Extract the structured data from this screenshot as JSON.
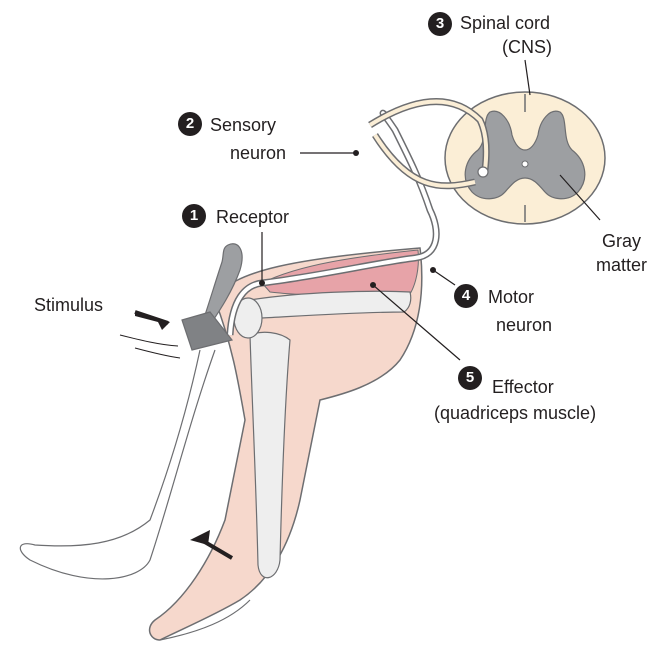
{
  "labels": {
    "spinal_cord": {
      "number": "3",
      "line1": "Spinal cord",
      "line2": "(CNS)"
    },
    "sensory_neuron": {
      "number": "2",
      "line1": "Sensory",
      "line2": "neuron"
    },
    "receptor": {
      "number": "1",
      "text": "Receptor"
    },
    "gray_matter": {
      "line1": "Gray",
      "line2": "matter"
    },
    "stimulus": {
      "text": "Stimulus"
    },
    "motor_neuron": {
      "number": "4",
      "line1": "Motor",
      "line2": "neuron"
    },
    "effector": {
      "number": "5",
      "line1": "Effector",
      "line2": "(quadriceps muscle)"
    }
  },
  "colors": {
    "skin": "#f6d8cc",
    "skin_outline": "#6d6e71",
    "muscle": "#e7a3a8",
    "bone": "#eeeeee",
    "white_matter": "#fbeed6",
    "gray_matter": "#9d9fa2",
    "neuron_fill": "#ffffff",
    "text": "#231f20"
  }
}
